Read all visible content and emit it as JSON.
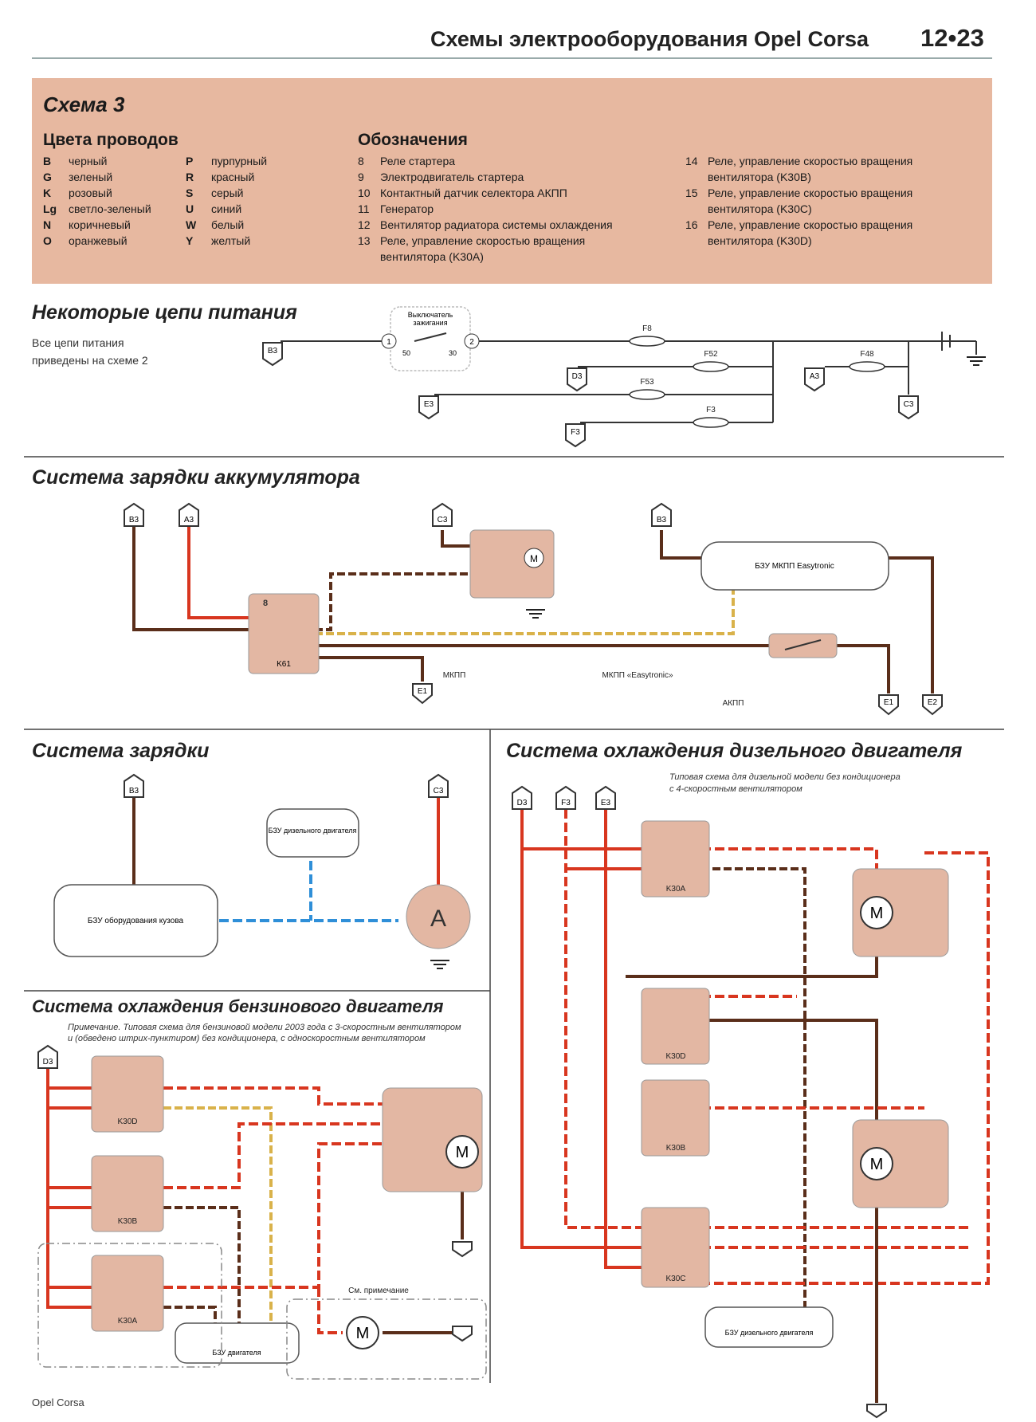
{
  "header": {
    "title": "Схемы электрооборудования Opel Corsa",
    "page": "12•23"
  },
  "legend": {
    "scheme_title": "Схема 3",
    "wire_colors_title": "Цвета проводов",
    "wire_colors_left": [
      {
        "code": "B",
        "name": "черный"
      },
      {
        "code": "G",
        "name": "зеленый"
      },
      {
        "code": "K",
        "name": "розовый"
      },
      {
        "code": "Lg",
        "name": "светло-зеленый"
      },
      {
        "code": "N",
        "name": "коричневый"
      },
      {
        "code": "O",
        "name": "оранжевый"
      }
    ],
    "wire_colors_right": [
      {
        "code": "P",
        "name": "пурпурный"
      },
      {
        "code": "R",
        "name": "красный"
      },
      {
        "code": "S",
        "name": "серый"
      },
      {
        "code": "U",
        "name": "синий"
      },
      {
        "code": "W",
        "name": "белый"
      },
      {
        "code": "Y",
        "name": "желтый"
      }
    ],
    "designations_title": "Обозначения",
    "designations_left": [
      {
        "num": "8",
        "text": "Реле стартера"
      },
      {
        "num": "9",
        "text": "Электродвигатель стартера"
      },
      {
        "num": "10",
        "text": "Контактный датчик селектора АКПП"
      },
      {
        "num": "11",
        "text": "Генератор"
      },
      {
        "num": "12",
        "text": "Вентилятор радиатора системы охлаждения"
      },
      {
        "num": "13",
        "text": "Реле, управление скоростью вращения"
      },
      {
        "num": "",
        "text": "вентилятора (K30A)"
      }
    ],
    "designations_right": [
      {
        "num": "14",
        "text": "Реле, управление скоростью вращения"
      },
      {
        "num": "",
        "text": "вентилятора (K30B)"
      },
      {
        "num": "15",
        "text": "Реле, управление скоростью вращения"
      },
      {
        "num": "",
        "text": "вентилятора (K30C)"
      },
      {
        "num": "16",
        "text": "Реле, управление скоростью вращения"
      },
      {
        "num": "",
        "text": "вентилятора (K30D)"
      }
    ]
  },
  "sections": {
    "power": {
      "title": "Некоторые цепи питания",
      "note_line1": "Все цепи питания",
      "note_line2": "приведены на схеме 2",
      "switch_label_1": "Выключатель",
      "switch_label_2": "зажигания"
    },
    "battery_charging": {
      "title": "Система зарядки аккумулятора"
    },
    "charging": {
      "title": "Система зарядки"
    },
    "diesel_cooling": {
      "title": "Система охлаждения дизельного двигателя",
      "note_line1": "Типовая схема для дизельной модели без кондиционера",
      "note_line2": "с 4-скоростным вентилятором"
    },
    "petrol_cooling": {
      "title": "Система охлаждения бензинового двигателя",
      "note_line1": "Примечание. Типовая схема для бензиновой модели 2003 года с 3-скоростным вентилятором",
      "note_line2": "и (обведено штрих-пунктиром) без кондиционера, с односкоростным вентилятором"
    }
  },
  "diagram_labels": {
    "connectors": [
      "B3",
      "A3",
      "C3",
      "D3",
      "E3",
      "F3",
      "E1",
      "E2"
    ],
    "fuses": [
      "F8",
      "F52",
      "F53",
      "F3",
      "F48"
    ],
    "relays": [
      "K61",
      "K30A",
      "K30B",
      "K30C",
      "K30D"
    ],
    "modules": [
      "БЗУ МКПП Easytronic",
      "БЗУ дизельного двигателя",
      "БЗУ оборудования кузова",
      "БЗУ двигателя"
    ],
    "branch_labels": [
      "МКПП",
      "МКПП «Easytronic»",
      "АКПП",
      "См. примечание"
    ]
  },
  "colors": {
    "red": "#d8361f",
    "brown": "#5a2e1a",
    "yellow": "#d9b24a",
    "blue": "#2f8fd8",
    "box": "#e3b7a3",
    "legend_bg": "#e7b8a0"
  },
  "footer": {
    "text": "Opel Corsa"
  }
}
